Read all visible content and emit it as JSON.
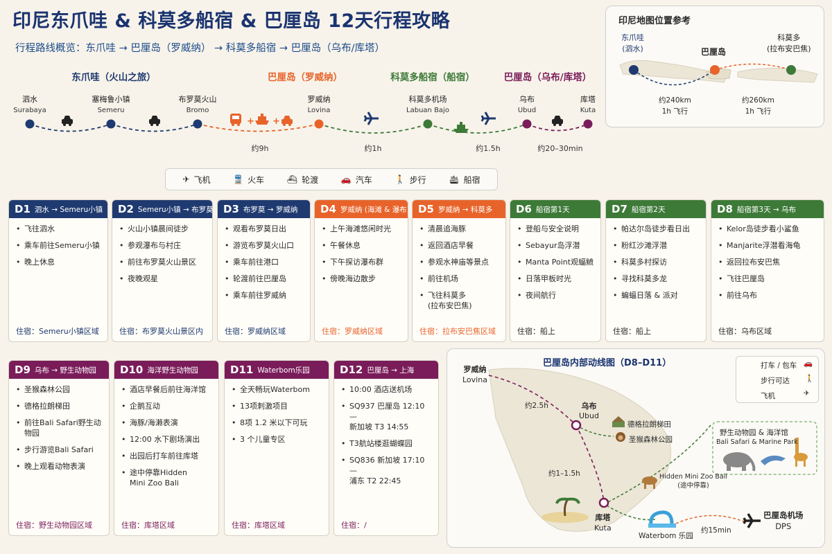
{
  "title": "印尼东爪哇 & 科莫多船宿 & 巴厘岛 12天行程攻略",
  "subtitle": "行程路线概览：东爪哇 → 巴厘岛（罗威纳） → 科莫多船宿 → 巴厘岛（乌布/库塔）",
  "route": {
    "segments": [
      "东爪哇（火山之旅）",
      "巴厘岛（罗威纳）",
      "科莫多船宿（船宿）",
      "巴厘岛（乌布/库塔）"
    ],
    "stops": [
      {
        "cn": "泗水",
        "en": "Surabaya"
      },
      {
        "cn": "塞梅鲁小镇",
        "en": "Semeru"
      },
      {
        "cn": "布罗莫火山",
        "en": "Bromo"
      },
      {
        "cn": "罗威纳",
        "en": "Lovina"
      },
      {
        "cn": "科莫多机场",
        "en": "Labuan Bajo"
      },
      {
        "cn": "乌布",
        "en": "Ubud"
      },
      {
        "cn": "库塔",
        "en": "Kuta"
      }
    ],
    "durations": [
      "约9h",
      "约1h",
      "约1.5h",
      "约20–30min"
    ]
  },
  "legend": [
    "飞机",
    "火车",
    "轮渡",
    "汽车",
    "步行",
    "船宿"
  ],
  "map": {
    "title": "印尼地图位置参考",
    "east_java": "东爪哇\n(泗水)",
    "bali": "巴厘岛",
    "komodo": "科莫多\n(拉布安巴焦)",
    "dist1": "约240km",
    "time1": "1h 飞行",
    "dist2": "约260km",
    "time2": "1h 飞行"
  },
  "days": [
    {
      "num": "D1",
      "title": "泗水 → Semeru小镇",
      "items": [
        "飞往泗水",
        "乘车前往Semeru小镇",
        "晚上休息"
      ],
      "stay": "住宿：Semeru小镇区域"
    },
    {
      "num": "D2",
      "title": "Semeru小镇 → 布罗莫",
      "items": [
        "火山小镇晨间徒步",
        "参观瀑布与村庄",
        "前往布罗莫火山景区",
        "夜晚观星"
      ],
      "stay": "住宿：布罗莫火山景区内"
    },
    {
      "num": "D3",
      "title": "布罗莫 → 罗威纳",
      "items": [
        "观看布罗莫日出",
        "游览布罗莫火山口",
        "乘车前往港口",
        "轮渡前往巴厘岛",
        "乘车前往罗威纳"
      ],
      "stay": "住宿：罗威纳区域"
    },
    {
      "num": "D4",
      "title": "罗威纳 (海滩 & 瀑布)",
      "items": [
        "上午海滩悠闲时光",
        "午餐休息",
        "下午探访瀑布群",
        "傍晚海边散步"
      ],
      "stay": "住宿：罗威纳区域"
    },
    {
      "num": "D5",
      "title": "罗威纳 → 科莫多",
      "items": [
        "清晨追海豚",
        "返回酒店早餐",
        "参观水神庙等景点",
        "前往机场",
        "飞往科莫多\n(拉布安巴焦)"
      ],
      "stay": "住宿：拉布安巴焦区域"
    },
    {
      "num": "D6",
      "title": "船宿第1天",
      "items": [
        "登船与安全说明",
        "Sebayur岛浮潜",
        "Manta Point观蝠鲼",
        "日落甲板时光",
        "夜间航行"
      ],
      "stay": "住宿：船上"
    },
    {
      "num": "D7",
      "title": "船宿第2天",
      "items": [
        "帕达尔岛徒步看日出",
        "粉红沙滩浮潜",
        "科莫多村探访",
        "寻找科莫多龙",
        "蝙蝠日落 & 派对"
      ],
      "stay": "住宿：船上"
    },
    {
      "num": "D8",
      "title": "船宿第3天 → 乌布",
      "items": [
        "Kelor岛徒步看小鲨鱼",
        "Manjarite浮潜看海龟",
        "返回拉布安巴焦",
        "飞往巴厘岛",
        "前往乌布"
      ],
      "stay": "住宿：乌布区域"
    },
    {
      "num": "D9",
      "title": "乌布 → 野生动物园",
      "items": [
        "圣猴森林公园",
        "德格拉朗梯田",
        "前往Bali Safari野生动物园",
        "步行游览Bali Safari",
        "晚上观看动物表演"
      ],
      "stay": "住宿：野生动物园区域"
    },
    {
      "num": "D10",
      "title": "海洋野生动物园",
      "items": [
        "酒店早餐后前往海洋馆",
        "企鹅互动",
        "海豚/海濑表演",
        "12:00  水下剧场演出",
        "出园后打车前往库塔",
        "途中停靠Hidden\nMini Zoo Bali"
      ],
      "stay": "住宿：库塔区域"
    },
    {
      "num": "D11",
      "title": "Waterbom乐园",
      "items": [
        "全天畅玩Waterbom",
        "13项刺激项目",
        "8项 1.2 米以下可玩",
        "3 个儿童专区"
      ],
      "stay": "住宿：库塔区域"
    },
    {
      "num": "D12",
      "title": "巴厘岛 → 上海",
      "items": [
        "10:00  酒店送机场",
        "SQ937  巴厘岛  12:10 —\n新加坡  T3  14:55",
        "T3航站楼逛蝴蝶园",
        "SQ836  新加坡  17:10 —\n浦东  T2  22:45"
      ],
      "stay": "住宿：/"
    }
  ],
  "bali_map": {
    "title": "巴厘岛内部动线图（D8–D11）",
    "legend": [
      "打车 / 包车",
      "步行可达",
      "飞机"
    ],
    "lovina": "罗威纳",
    "lovina_en": "Lovina",
    "ubud": "乌布",
    "ubud_en": "Ubud",
    "kuta": "库塔",
    "kuta_en": "Kuta",
    "t1": "约2.5h",
    "t2": "约1–1.5h",
    "t3": "约15min",
    "tegallalang": "德格拉朗梯田",
    "monkey": "圣猴森林公园",
    "safari_title": "野生动物园 & 海洋馆",
    "safari_en": "Bali Safari & Marine Park",
    "minizoo": "Hidden Mini Zoo Bali",
    "minizoo_note": "(途中停靠)",
    "waterbom": "Waterbom 乐园",
    "airport": "巴厘岛机场",
    "airport_code": "DPS"
  }
}
